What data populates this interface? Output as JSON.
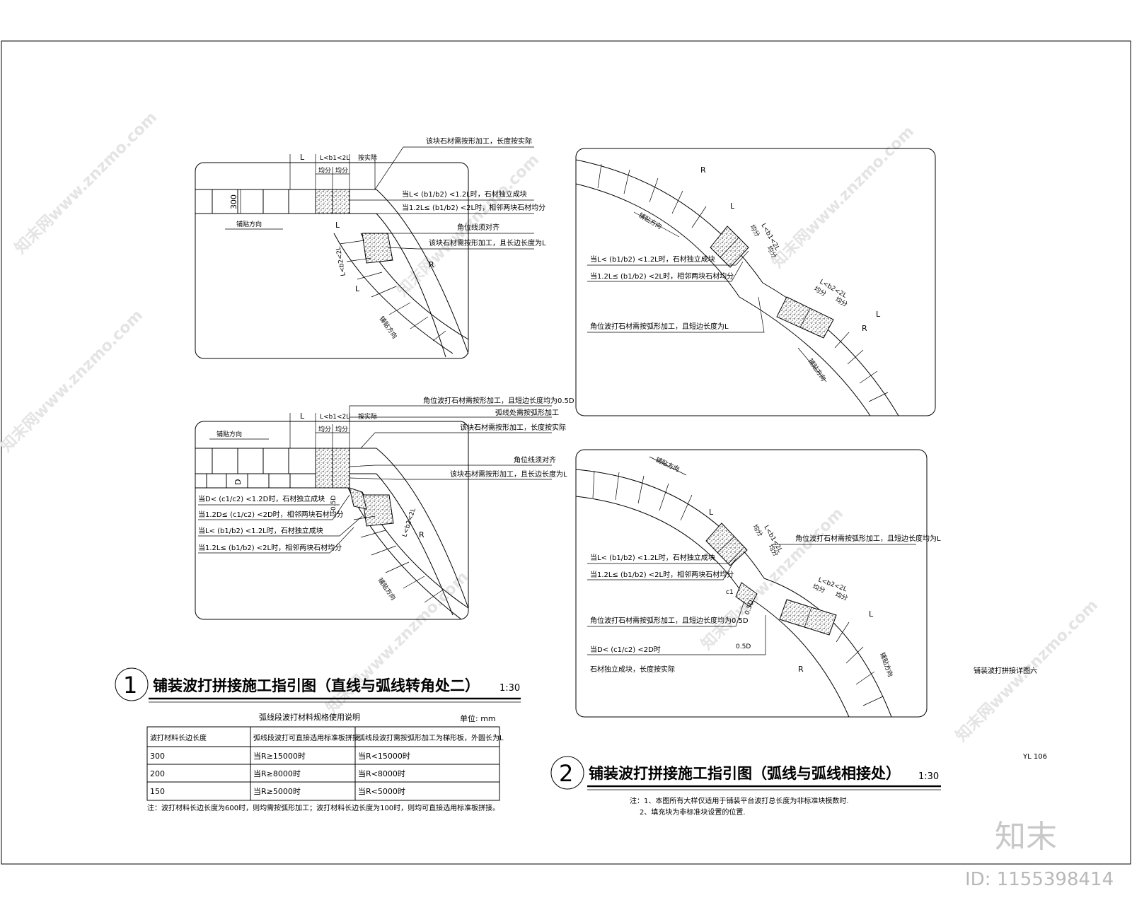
{
  "fig1": {
    "number": "1",
    "title": "铺装波打拼接施工指引图（直线与弧线转角处二）",
    "scale": "1:30",
    "top": {
      "dim_L": "L",
      "dim_b": "L<b1<2L",
      "dim_actual": "按实际",
      "dim_even1": "均分",
      "dim_even2": "均分",
      "dim_300": "300",
      "dir1": "铺贴方向",
      "dir2": "铺贴方向",
      "dim_R": "R",
      "dim_L_side": "L",
      "dim_b2": "L<b2<2L",
      "ann1": "该块石材需按形加工，长度按实际",
      "ann2": "当L< (b1/b2) <1.2L时，石材独立成块",
      "ann3": "当1.2L≤ (b1/b2) <2L时，相邻两块石材均分",
      "ann4": "角位线须对齐",
      "ann5": "该块石材需按形加工，且长边长度为L"
    },
    "bottom": {
      "dim_L": "L",
      "dim_b": "L<b1<2L",
      "dim_actual": "按实际",
      "dim_even1": "均分",
      "dim_even2": "均分",
      "dim_D": "D",
      "dir1": "铺贴方向",
      "dir2": "铺贴方向",
      "dim_05D": "0.5D",
      "dim_b2": "L<b2<2L",
      "dim_R": "R",
      "ann1": "角位波打石材需按形加工，且短边长度均为0.5D",
      "ann2": "弧线处需按弧形加工",
      "ann3": "该块石材需按形加工，长度按实际",
      "ann4": "角位线须对齐",
      "ann5": "该块石材需按形加工，且长边长度为L",
      "ann6": "当D< (c1/c2) <1.2D时，石材独立成块",
      "ann7": "当1.2D≤ (c1/c2) <2D时，相邻两块石材均分",
      "ann8": "当L< (b1/b2) <1.2L时，石材独立成块",
      "ann9": "当1.2L≤ (b1/b2) <2L时，相邻两块石材均分"
    }
  },
  "fig2": {
    "number": "2",
    "title": "铺装波打拼接施工指引图（弧线与弧线相接处）",
    "scale": "1:30",
    "top": {
      "dim_R1": "R",
      "dim_R2": "R",
      "dim_L1": "L",
      "dim_L2": "L",
      "dim_b1": "L<b1<2L",
      "dim_b2": "L<b2<2L",
      "dim_even1": "均分",
      "dim_even2": "均分",
      "dim_even3": "均分",
      "dim_even4": "均分",
      "dir1": "铺贴方向",
      "dir2": "铺贴方向",
      "ann1": "当L< (b1/b2) <1.2L时，石材独立成块",
      "ann2": "当1.2L≤ (b1/b2) <2L时，相邻两块石材均分",
      "ann3": "角位波打石材需按弧形加工，且短边长度为L"
    },
    "bottom": {
      "dim_R": "R",
      "dim_L1": "L",
      "dim_L2": "L",
      "dim_b1": "L<b1<2L",
      "dim_b2": "L<b2<2L",
      "dim_c1": "c1",
      "dim_05D_a": "0.5D",
      "dim_05D_b": "0.5D",
      "dim_even1": "均分",
      "dim_even2": "均分",
      "dim_even3": "均分",
      "dim_even4": "均分",
      "dir1": "铺贴方向",
      "dir2": "铺贴方向",
      "ann1": "角位波打石材需按弧形加工，且短边长度均为L",
      "ann2": "当L< (b1/b2) <1.2L时，石材独立成块",
      "ann3": "当1.2L≤ (b1/b2) <2L时，相邻两块石材均分",
      "ann4": "角位波打石材需按弧形加工，且短边长度均为0.5D",
      "ann5": "当D< (c1/c2) <2D时",
      "ann6": "石材独立成块，长度按实际"
    }
  },
  "table": {
    "caption": "弧线段波打材料规格使用说明",
    "unit": "单位: mm",
    "headers": [
      "波打材料长边长度",
      "弧线段波打可直接选用标准板拼接",
      "弧线段波打需按弧形加工为梯形板，外圆长为L"
    ],
    "rows": [
      [
        "300",
        "当R≥15000时",
        "当R<15000时"
      ],
      [
        "200",
        "当R≥8000时",
        "当R<8000时"
      ],
      [
        "150",
        "当R≥5000时",
        "当R<5000时"
      ]
    ],
    "note": "注：波打材料长边长度为600时，则均需按弧形加工；波打材料长边长度为100时，则均可直接选用标准板拼接。"
  },
  "notes": {
    "line1": "注：1、本图所有大样仅适用于铺装平台波打总长度为非标准块模数时.",
    "line2": "2、填充块为非标准块设置的位置."
  },
  "sheet_label": "铺装波打拼接详图六",
  "sheet_code": "YL 106",
  "watermark": "知末网www.znzmo.com",
  "brand": "知末",
  "id_text": "ID: 1155398414"
}
